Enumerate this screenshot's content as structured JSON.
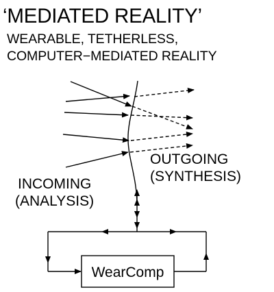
{
  "diagram": {
    "title": "‘MEDIATED REALITY’",
    "subtitle_line1": "WEARABLE, TETHERLESS,",
    "subtitle_line2": "COMPUTER−MEDIATED REALITY",
    "incoming_line1": "INCOMING",
    "incoming_line2": "(ANALYSIS)",
    "outgoing_line1": "OUTGOING",
    "outgoing_line2": "(SYNTHESIS)",
    "box_label": "WearComp"
  }
}
